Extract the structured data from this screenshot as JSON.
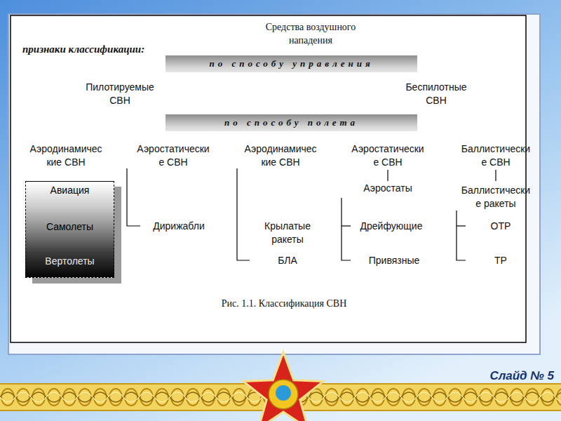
{
  "diagram": {
    "title": "Средства воздушного нападения",
    "caption": "Рис. 1.1. Классификация СВН",
    "nodes": [
      {
        "text": [
          "по способу управления"
        ]
      },
      {
        "text": [
          "по способу полета"
        ]
      },
      {
        "text": [
          "Авиация",
          "Самолеты",
          "Вертолеты"
        ]
      }
    ],
    "labels": [
      "признаки классификации:",
      "Пилотируемые СВН",
      "Беспилотные СВН",
      "Аэродинамичес кие СВН",
      "Аэростатически е СВН",
      "Аэродинамичес кие СВН",
      "Аэростатически е СВН",
      "Баллистически е СВН",
      "Аэростаты",
      "Баллистически е ракеты",
      "Дирижабли",
      "Крылатые ракеты",
      "Дрейфующие",
      "ОТР",
      "БЛА",
      "Привязные",
      "ТР",
      "Слайд № 5"
    ]
  }
}
